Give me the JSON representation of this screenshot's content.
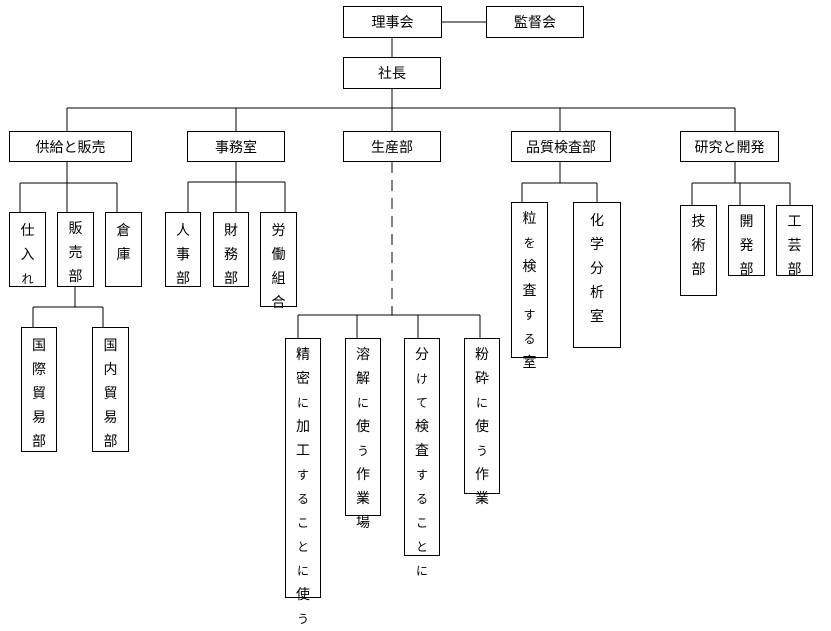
{
  "top": {
    "board": "理事会",
    "audit": "監督会",
    "president": "社長"
  },
  "divisions": {
    "supply_sales": "供給と販売",
    "admin": "事務室",
    "production": "生産部",
    "quality": "品質検査部",
    "rnd": "研究と開発"
  },
  "supply_sales_units": {
    "purchasing": "仕入れ",
    "sales": "販売部",
    "warehouse": "倉庫"
  },
  "sales_units": {
    "international": "国際貿易部",
    "domestic": "国内貿易部"
  },
  "admin_units": {
    "hr": "人事部",
    "finance": "財務部",
    "union": "労働組合"
  },
  "production_units": {
    "precision": "精密に加工することに使う",
    "dissolve": "溶解に使う作業場",
    "sorting": "分けて検査することに",
    "crushing": "粉砕に使う作業"
  },
  "quality_units": {
    "grain": "粒を検査する室",
    "chem": "化学分析室"
  },
  "rnd_units": {
    "tech": "技術部",
    "dev": "開発部",
    "craft": "工芸部"
  }
}
